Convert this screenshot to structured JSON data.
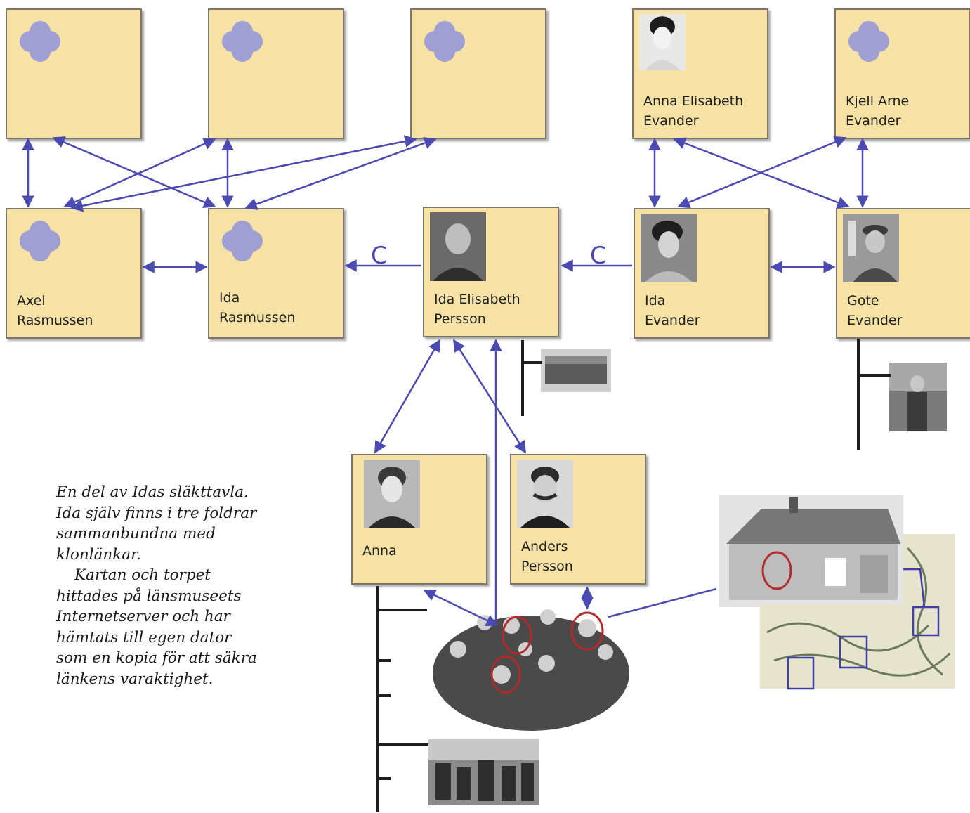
{
  "people": {
    "gp1": {
      "name": "",
      "icon": "placeholder-clover-icon"
    },
    "gp2": {
      "name": "",
      "icon": "placeholder-clover-icon"
    },
    "gp3": {
      "name": "",
      "icon": "placeholder-clover-icon"
    },
    "anna_elisabeth": {
      "name": "Anna Elisabeth\nEvander",
      "icon": "portrait-photo"
    },
    "kjell_arne": {
      "name": "Kjell Arne\nEvander",
      "icon": "placeholder-clover-icon"
    },
    "axel": {
      "name": "Axel\nRasmussen",
      "icon": "placeholder-clover-icon"
    },
    "ida_r": {
      "name": "Ida\nRasmussen",
      "icon": "placeholder-clover-icon"
    },
    "ida_elisabeth": {
      "name": "Ida Elisabeth\nPersson",
      "icon": "portrait-photo"
    },
    "ida_e": {
      "name": "Ida\nEvander",
      "icon": "portrait-photo"
    },
    "gote": {
      "name": "Gote\nEvander",
      "icon": "portrait-photo"
    },
    "anna": {
      "name": "Anna",
      "icon": "portrait-photo"
    },
    "anders": {
      "name": "Anders\nPersson",
      "icon": "portrait-photo"
    }
  },
  "clone_links": {
    "left": "C",
    "right": "C"
  },
  "caption": {
    "p1": "En del av Idas släkttavla. Ida själv finns i tre foldrar sammanbundna med klonlänkar.",
    "p2": "Kartan och torpet hittades på länsmuseets Internetserver och har hämtats till egen dator som en kopia för att säkra länkens varaktighet."
  },
  "colors": {
    "card": "#f6e2a4",
    "arrow": "#4a4ab0",
    "clover": "#9f9fd4",
    "highlight_circle": "#b22a2a",
    "map_box": "#3f3fa6"
  }
}
